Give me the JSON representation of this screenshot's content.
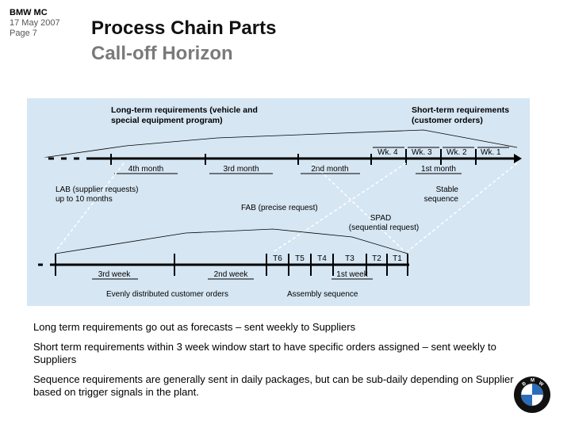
{
  "header": {
    "brand": "BMW MC",
    "date": "17 May 2007",
    "page": "Page 7"
  },
  "title": "Process Chain Parts",
  "subtitle": "Call-off Horizon",
  "diagram": {
    "long_term_1": "Long-term requirements (vehicle and",
    "long_term_2": "special equipment program)",
    "short_term_1": "Short-term requirements",
    "short_term_2": "(customer orders)",
    "weeks": [
      "Wk. 4",
      "Wk. 3",
      "Wk. 2",
      "Wk. 1"
    ],
    "months": [
      "4th month",
      "3rd month",
      "2nd month",
      "1st month"
    ],
    "lab_1": "LAB (supplier requests)",
    "lab_2": "up to 10 months",
    "stable_1": "Stable",
    "stable_2": "sequence",
    "fab": "FAB (precise request)",
    "spad_1": "SPAD",
    "spad_2": "(sequential request)",
    "days": [
      "T6",
      "T5",
      "T4",
      "T3",
      "T2",
      "T1"
    ],
    "lower_weeks": [
      "3rd week",
      "2nd week",
      "1st week"
    ],
    "evenly": "Evenly distributed customer orders",
    "assembly": "Assembly sequence"
  },
  "bullets": [
    "Long term requirements go out as forecasts – sent weekly to Suppliers",
    "Short term requirements within 3 week window start to have specific orders assigned – sent weekly to Suppliers",
    "Sequence requirements are generally sent in daily packages, but can be sub-daily depending on Supplier based on trigger signals in the plant."
  ],
  "logo": {
    "letters": [
      "B",
      "M",
      "W"
    ],
    "colors": {
      "blue": "#2a6ebb",
      "white": "#ffffff",
      "ring": "#111111"
    }
  },
  "colors": {
    "diagram_bg": "#d6e6f3",
    "subtitle": "#7a7a7a"
  }
}
